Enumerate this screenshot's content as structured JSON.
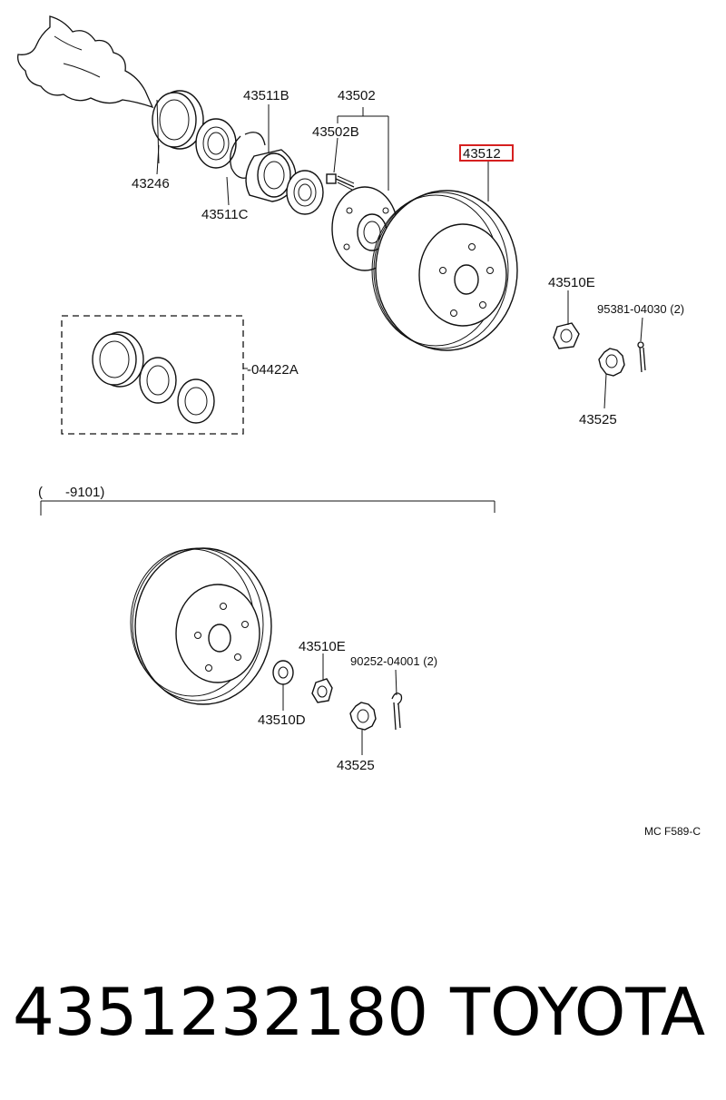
{
  "labels": {
    "p43246": "43246",
    "p43511b": "43511B",
    "p43502": "43502",
    "p43502b": "43502B",
    "p43512": "43512",
    "p43511c": "43511C",
    "p43510e_top": "43510E",
    "p95381": "95381-04030 (2)",
    "p04422a": "-04422A",
    "p43525_top": "43525",
    "range": "(      -9101)",
    "p43510e_bot": "43510E",
    "p90252": "90252-04001 (2)",
    "p43510d": "43510D",
    "p43525_bot": "43525",
    "figure_code": "MC F589-C"
  },
  "highlight_color": "#d62020",
  "footer": {
    "part_number": "4351232180",
    "brand": "TOYOTA"
  }
}
